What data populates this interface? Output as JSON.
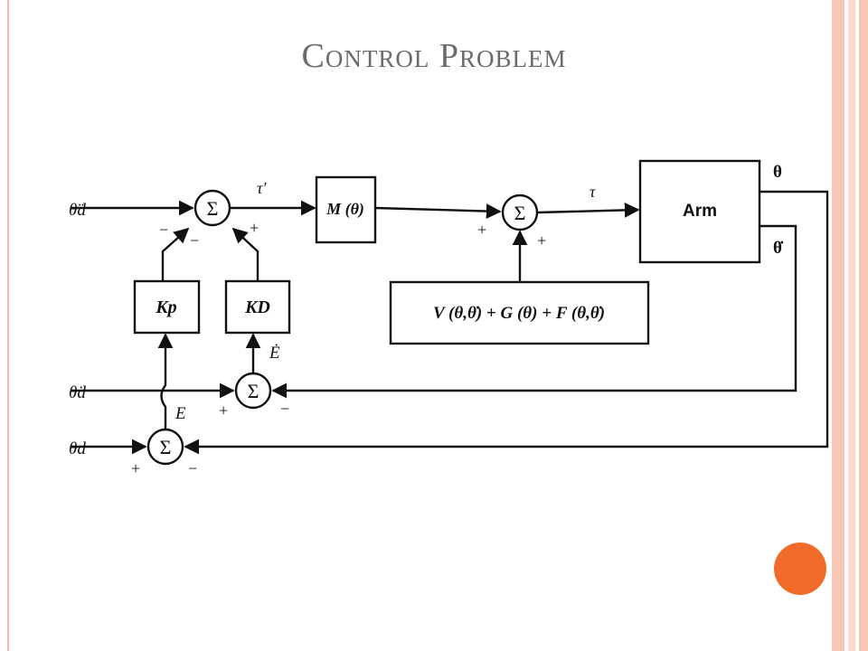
{
  "slide": {
    "title": "Control Problem"
  },
  "colors": {
    "stripe_outer": "#f7c6b5",
    "stripe_inner": "#fbd9cc",
    "accent_circle": "#f26b2a",
    "title": "#6b6b6b"
  },
  "diagram": {
    "sum_symbol": "Σ",
    "blocks": {
      "mass": "M (θ)",
      "arm": "Arm",
      "kp": "Kp",
      "kd": "KD",
      "dynamics": "V (θ,θ̇) + G (θ) + F (θ,θ̇)"
    },
    "signals": {
      "theta_ddot_d": "θ̈d",
      "theta_dot_d": "θ̇d",
      "theta_d": "θd",
      "tau_prime": "τ′",
      "tau": "τ",
      "theta": "θ",
      "theta_dot": "θ̇",
      "error": "E",
      "error_dot": "Ė"
    },
    "signs": {
      "plus": "+",
      "minus": "−"
    }
  }
}
